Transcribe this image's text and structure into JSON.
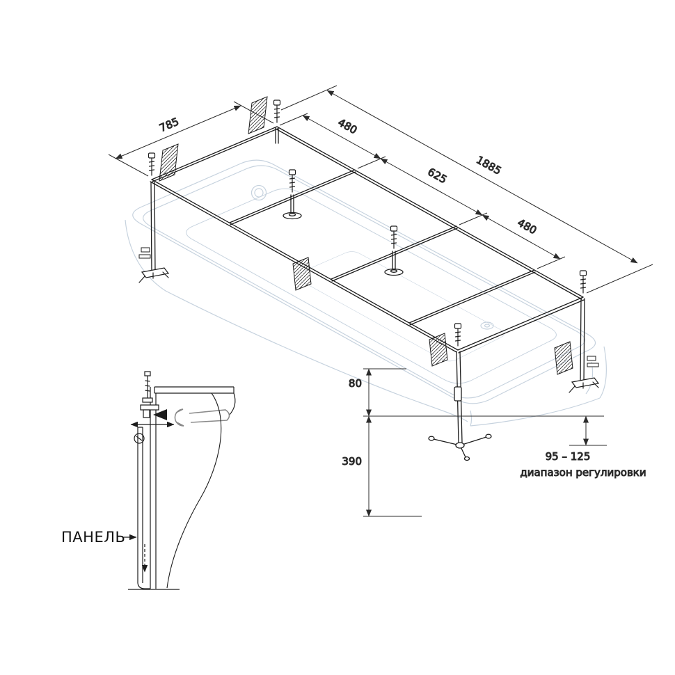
{
  "labels": {
    "dim_width": "785",
    "dim_seg1": "480",
    "dim_total": "1885",
    "dim_seg2": "625",
    "dim_seg3": "480",
    "dim_offset": "80",
    "dim_height": "390",
    "dim_range": "95 – 125",
    "range_caption": "диапазон регулировки",
    "panel_label": "ПАНЕЛЬ"
  },
  "colors": {
    "frame": "#1c1c1c",
    "dimension": "#2b2b2b",
    "tub": "#c6d2de",
    "tool": "#8a8a8a"
  }
}
